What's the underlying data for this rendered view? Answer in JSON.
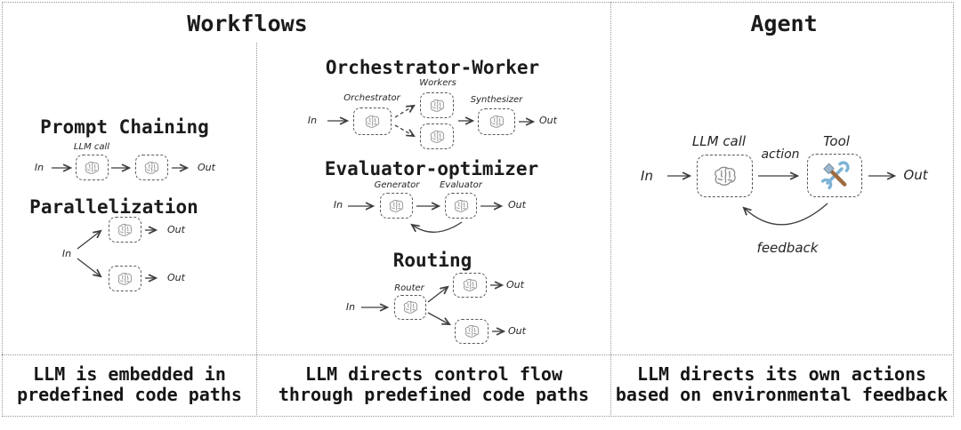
{
  "workflows": {
    "title": "Workflows",
    "prompt_chaining": {
      "title": "Prompt Chaining",
      "llm_call_label": "LLM call",
      "in": "In",
      "out": "Out"
    },
    "parallelization": {
      "title": "Parallelization",
      "in": "In",
      "out_top": "Out",
      "out_bottom": "Out"
    },
    "orchestrator_worker": {
      "title": "Orchestrator-Worker",
      "in": "In",
      "out": "Out",
      "orchestrator_label": "Orchestrator",
      "workers_label": "Workers",
      "synthesizer_label": "Synthesizer"
    },
    "evaluator_optimizer": {
      "title": "Evaluator-optimizer",
      "in": "In",
      "out": "Out",
      "generator_label": "Generator",
      "evaluator_label": "Evaluator"
    },
    "routing": {
      "title": "Routing",
      "in": "In",
      "router_label": "Router",
      "out_top": "Out",
      "out_bottom": "Out"
    }
  },
  "agent": {
    "title": "Agent",
    "loop": {
      "in": "In",
      "out": "Out",
      "llm_call_label": "LLM call",
      "tool_label": "Tool",
      "action_label": "action",
      "feedback_label": "feedback"
    }
  },
  "captions": {
    "workflows_left": [
      "LLM is embedded in",
      "predefined code paths"
    ],
    "workflows_middle": [
      "LLM directs control flow",
      "through predefined code paths"
    ],
    "agent": [
      "LLM directs its own actions",
      "based on environmental feedback"
    ]
  },
  "icons": {
    "node_icon": "brain-icon",
    "tool_icon": "hammer-wrench-icon"
  },
  "colors": {
    "ink": "#1b1b1b",
    "frame_dots": "#979797",
    "node_border": "#595959",
    "arrow": "#3d3d3d",
    "brain_sketch": "#8d8d8d",
    "wrench_blue": "#7db3d5",
    "hammer_brown": "#9e6b3f",
    "hammer_head": "#9db8cb"
  }
}
